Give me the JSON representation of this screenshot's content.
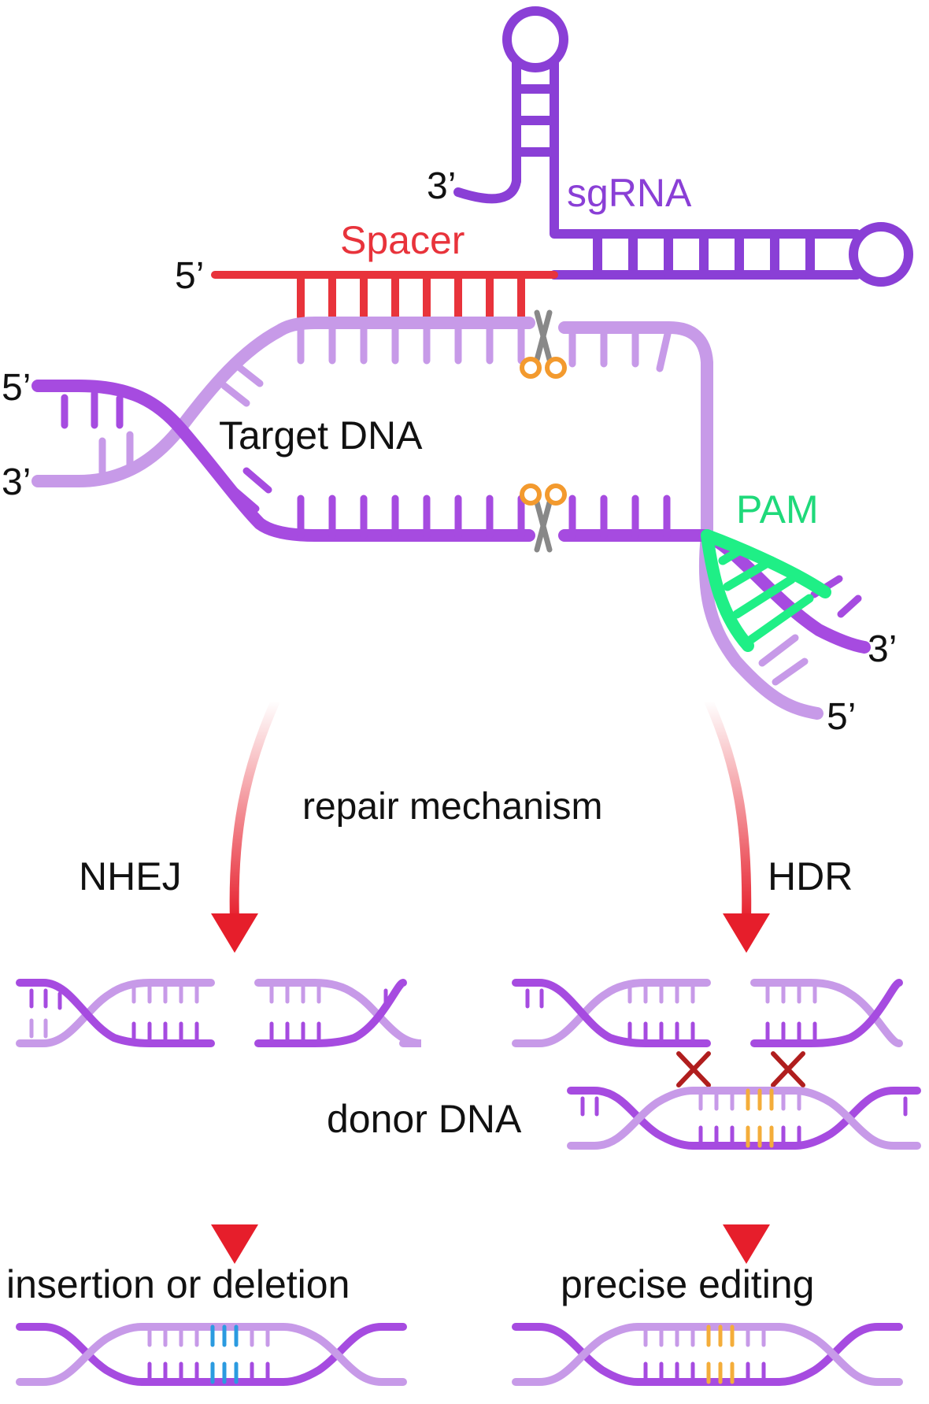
{
  "labels": {
    "sgrna": "sgRNA",
    "spacer": "Spacer",
    "target_dna": "Target DNA",
    "pam": "PAM",
    "repair_mechanism": "repair mechanism",
    "nhej": "NHEJ",
    "hdr": "HDR",
    "donor_dna": "donor DNA",
    "indel": "insertion or deletion",
    "precise": "precise editing"
  },
  "ends": {
    "sgrna_3": "3’",
    "spacer_5": "5’",
    "top_left_5": "5’",
    "bottom_left_3": "3’",
    "pam_3": "3’",
    "pam_5": "5’"
  },
  "colors": {
    "rna": "#8a3fd6",
    "dark_dna": "#a64be0",
    "light_dna": "#c79ae8",
    "spacer": "#e8333b",
    "pam": "#1fef86",
    "scissors": "#f39a2e",
    "arrow": "#e61e2b",
    "crossover": "#b01e1e",
    "insert_blue": "#2b9be0",
    "edit_orange": "#f4ad3a"
  },
  "icons": [
    "scissors-icon",
    "scissors-icon",
    "crossover-x-icon",
    "crossover-x-icon"
  ]
}
